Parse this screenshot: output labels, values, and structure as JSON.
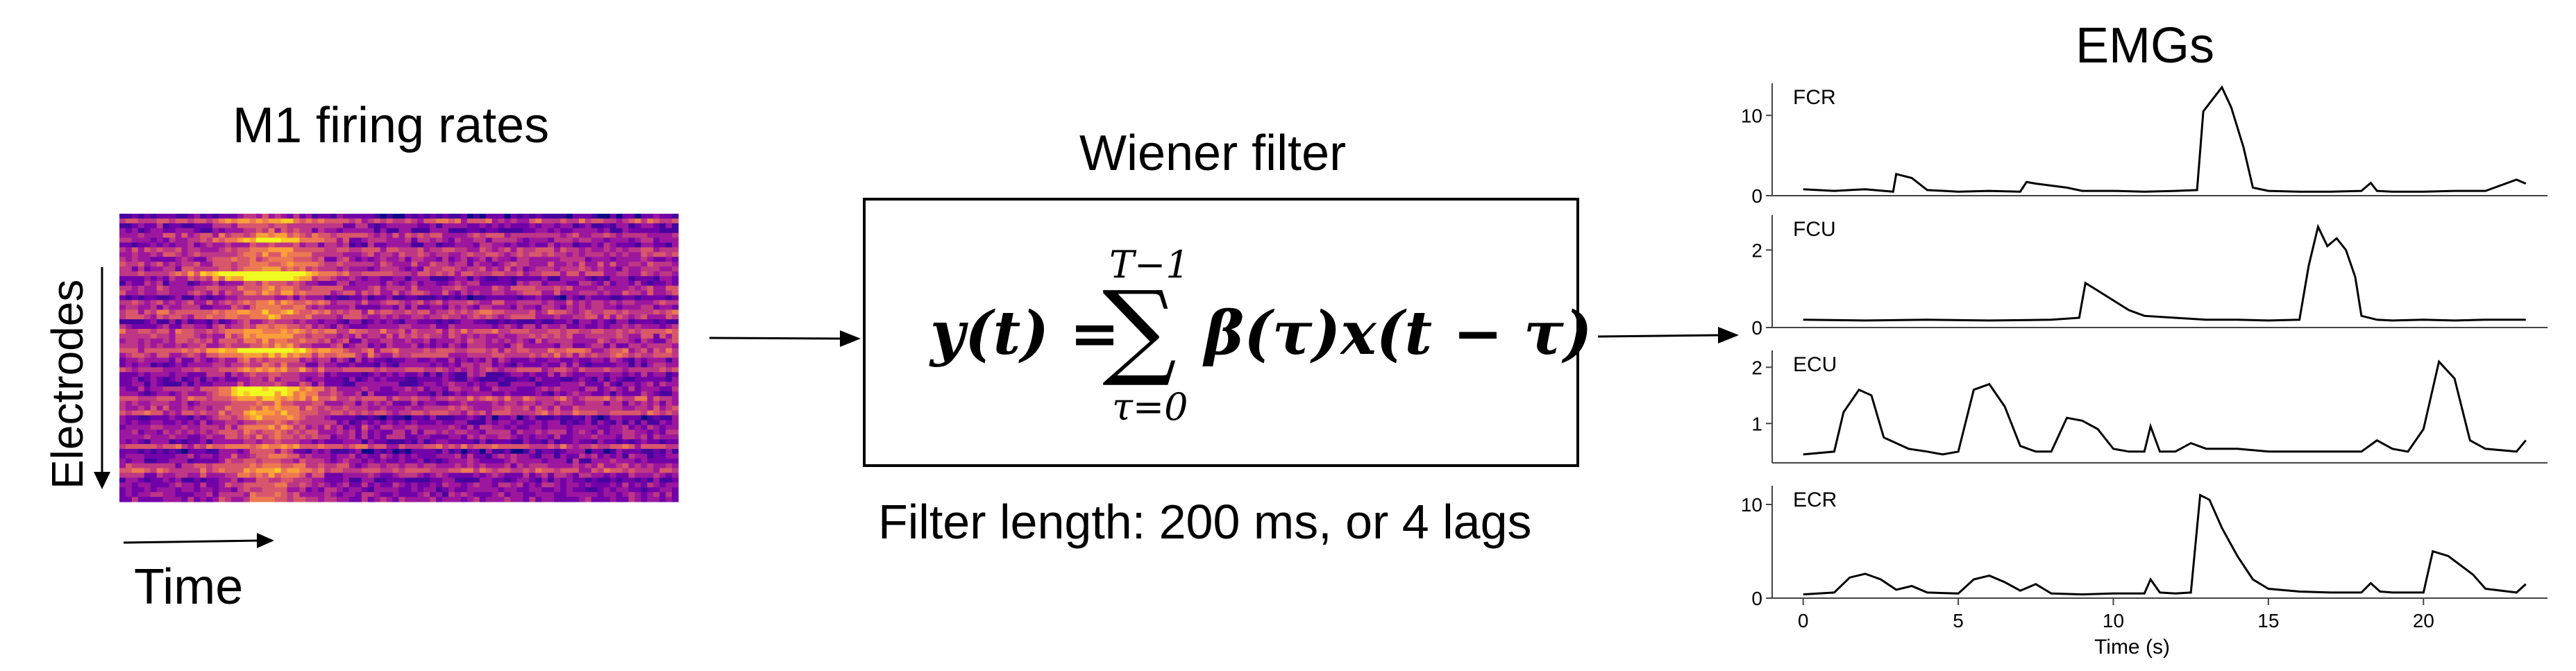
{
  "left": {
    "title": "M1 firing rates",
    "y_axis_label": "Electrodes",
    "x_axis_label": "Time",
    "colormap": [
      "#0d0887",
      "#46039f",
      "#7201a8",
      "#9c179e",
      "#bd3786",
      "#d8576b",
      "#ed7953",
      "#fb9f3a",
      "#fdca26",
      "#f0f921"
    ]
  },
  "middle": {
    "title": "Wiener filter",
    "equation": {
      "lhs": "y(t) =",
      "sum_upper": "T−1",
      "sum_lower": "τ=0",
      "sum_symbol": "∑",
      "rhs": "β(τ)x(t − τ)"
    },
    "caption": "Filter length: 200 ms, or 4 lags"
  },
  "right": {
    "title": "EMGs",
    "xlabel": "Time (s)",
    "xticks": [
      "0",
      "5",
      "10",
      "15",
      "20"
    ]
  },
  "chart_data": [
    {
      "type": "line",
      "name": "FCR",
      "xlabel": "",
      "ylabel": "",
      "yticks": [
        "0",
        "10"
      ],
      "ylim": [
        0,
        14
      ],
      "xlim": [
        -1,
        24
      ],
      "x": [
        0,
        1,
        2,
        2.9,
        3.0,
        3.5,
        4,
        5,
        6,
        7,
        7.2,
        7.5,
        8.5,
        9,
        10,
        11,
        12,
        12.7,
        12.9,
        13.2,
        13.5,
        13.8,
        14.2,
        14.5,
        15,
        16,
        17,
        18,
        18.3,
        18.5,
        19,
        20,
        21,
        22,
        23,
        23.3
      ],
      "y": [
        0.8,
        0.6,
        0.8,
        0.5,
        2.7,
        2.2,
        0.7,
        0.5,
        0.6,
        0.5,
        1.7,
        1.5,
        1.0,
        0.6,
        0.6,
        0.5,
        0.6,
        0.7,
        10.5,
        12,
        13.5,
        11,
        6,
        1.0,
        0.6,
        0.5,
        0.5,
        0.6,
        1.6,
        0.6,
        0.5,
        0.5,
        0.6,
        0.6,
        2.0,
        1.5
      ]
    },
    {
      "type": "line",
      "name": "FCU",
      "xlabel": "",
      "ylabel": "",
      "yticks": [
        "0",
        "2"
      ],
      "ylim": [
        0,
        2.9
      ],
      "xlim": [
        -1,
        24
      ],
      "x": [
        0,
        2,
        4,
        6,
        8,
        8.9,
        9.1,
        9.4,
        10,
        10.5,
        11,
        12,
        13,
        14,
        15,
        16,
        16.3,
        16.6,
        16.9,
        17.2,
        17.5,
        17.8,
        18,
        18.5,
        19,
        20,
        21,
        22,
        23,
        23.3
      ],
      "y": [
        0.2,
        0.18,
        0.2,
        0.18,
        0.2,
        0.25,
        1.15,
        1.0,
        0.7,
        0.45,
        0.3,
        0.25,
        0.2,
        0.2,
        0.18,
        0.2,
        1.6,
        2.6,
        2.1,
        2.3,
        2.0,
        1.3,
        0.3,
        0.2,
        0.18,
        0.2,
        0.18,
        0.2,
        0.2,
        0.2
      ]
    },
    {
      "type": "line",
      "name": "ECU",
      "xlabel": "",
      "ylabel": "",
      "yticks": [
        "1",
        "2"
      ],
      "ylim": [
        0.3,
        2.3
      ],
      "xlim": [
        -1,
        24
      ],
      "x": [
        0,
        1,
        1.3,
        1.8,
        2.2,
        2.6,
        3,
        3.4,
        4,
        4.5,
        5,
        5.5,
        6,
        6.5,
        7,
        7.5,
        8,
        8.5,
        9,
        9.5,
        10,
        10.5,
        11,
        11.2,
        11.5,
        12,
        12.5,
        13,
        14,
        15,
        16,
        17,
        18,
        18.5,
        19,
        19.5,
        20,
        20.5,
        21,
        21.5,
        22,
        23,
        23.3
      ],
      "y": [
        0.45,
        0.5,
        1.2,
        1.6,
        1.5,
        0.75,
        0.65,
        0.55,
        0.5,
        0.45,
        0.5,
        1.6,
        1.7,
        1.3,
        0.6,
        0.5,
        0.5,
        1.1,
        1.05,
        0.9,
        0.55,
        0.5,
        0.5,
        0.95,
        0.5,
        0.5,
        0.65,
        0.55,
        0.55,
        0.5,
        0.5,
        0.5,
        0.5,
        0.7,
        0.55,
        0.5,
        0.9,
        2.1,
        1.8,
        0.7,
        0.55,
        0.5,
        0.7
      ]
    },
    {
      "type": "line",
      "name": "ECR",
      "xlabel": "",
      "ylabel": "",
      "yticks": [
        "0",
        "10"
      ],
      "ylim": [
        0,
        12
      ],
      "xlim": [
        -1,
        24
      ],
      "x": [
        0,
        1,
        1.5,
        2,
        2.5,
        3,
        3.5,
        4,
        5,
        5.5,
        6,
        6.5,
        7,
        7.5,
        8,
        9,
        10,
        11,
        11.2,
        11.5,
        12,
        12.5,
        12.8,
        13.1,
        13.5,
        14,
        14.5,
        15,
        16,
        17,
        18,
        18.3,
        18.6,
        19,
        20,
        20.3,
        20.8,
        21.2,
        21.6,
        22,
        23,
        23.3
      ],
      "y": [
        0.4,
        0.6,
        2.2,
        2.6,
        2.0,
        0.9,
        1.3,
        0.6,
        0.5,
        2.0,
        2.4,
        1.7,
        0.8,
        1.5,
        0.5,
        0.4,
        0.5,
        0.5,
        2.0,
        0.6,
        0.5,
        0.6,
        11,
        10.5,
        7.5,
        4.5,
        2.0,
        1.0,
        0.7,
        0.6,
        0.6,
        1.6,
        0.7,
        0.6,
        0.6,
        5.0,
        4.5,
        3.5,
        2.5,
        1.0,
        0.6,
        1.5
      ]
    }
  ]
}
